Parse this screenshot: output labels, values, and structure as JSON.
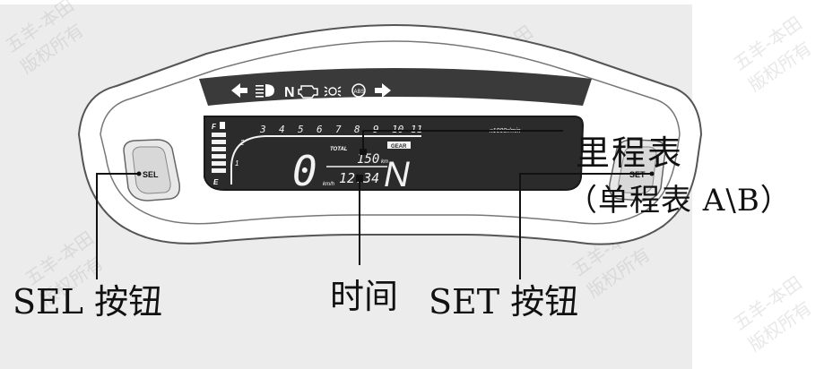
{
  "labels": {
    "odometer": "里程表",
    "odometer_sub": "（单程表 A\\B）",
    "sel_button": "SEL 按钮",
    "time": "时间",
    "set_button": "SET 按钮"
  },
  "display": {
    "neutral_indicator": "N",
    "rpm_unit": "x1000r/min",
    "rpm_ticks": [
      "3",
      "4",
      "5",
      "6",
      "7",
      "8",
      "9",
      "10",
      "11"
    ],
    "rpm_low_ticks": [
      "2",
      "1"
    ],
    "fuel_full": "F",
    "fuel_empty": "E",
    "speed": "0",
    "speed_unit": "km/h",
    "total_label": "TOTAL",
    "odometer_value": "150",
    "odometer_unit": "km",
    "clock": "12:34",
    "gear_label": "GEAR",
    "gear_value": "N"
  },
  "buttons": {
    "sel": "SEL",
    "set": "SET"
  },
  "watermark": [
    "五羊-本田",
    "版权所有"
  ],
  "colors": {
    "lcd_background": "#2b2b2b",
    "lcd_segment": "#f2f2f2",
    "indicator_bar": "#3a3a3a",
    "panel_background": "#ececec"
  },
  "icons": [
    "left-turn-arrow-icon",
    "high-beam-icon",
    "engine-check-icon",
    "position-light-icon",
    "abs-icon",
    "right-turn-arrow-icon"
  ]
}
